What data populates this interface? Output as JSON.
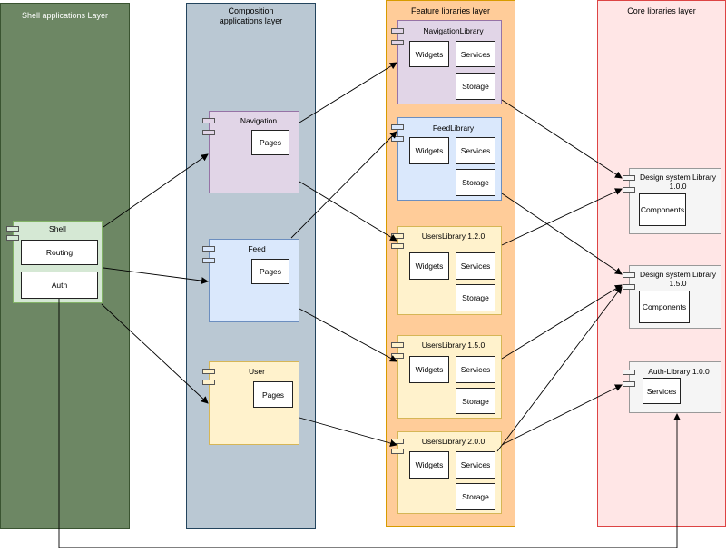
{
  "lanes": {
    "shell": "Shell applications Layer",
    "composition": "Composition applications layer",
    "feature": "Feature libraries layer",
    "core": "Core libraries layer"
  },
  "shell": {
    "title": "Shell",
    "routing": "Routing",
    "auth": "Auth"
  },
  "composition": {
    "navigation": {
      "title": "Navigation",
      "pages": "Pages"
    },
    "feed": {
      "title": "Feed",
      "pages": "Pages"
    },
    "user": {
      "title": "User",
      "pages": "Pages"
    }
  },
  "feature": {
    "navigation_library": {
      "title": "NavigationLibrary",
      "widgets": "Widgets",
      "services": "Services",
      "storage": "Storage"
    },
    "feed_library": {
      "title": "FeedLibrary",
      "widgets": "Widgets",
      "services": "Services",
      "storage": "Storage"
    },
    "users_120": {
      "title": "UsersLibrary 1.2.0",
      "widgets": "Widgets",
      "services": "Services",
      "storage": "Storage"
    },
    "users_150": {
      "title": "UsersLibrary 1.5.0",
      "widgets": "Widgets",
      "services": "Services",
      "storage": "Storage"
    },
    "users_200": {
      "title": "UsersLibrary 2.0.0",
      "widgets": "Widgets",
      "services": "Services",
      "storage": "Storage"
    }
  },
  "core": {
    "design_100": {
      "title": "Design system Library 1.0.0",
      "components": "Components"
    },
    "design_150": {
      "title": "Design system Library 1.5.0",
      "components": "Components"
    },
    "auth_100": {
      "title": "Auth-Library 1.0.0",
      "services": "Services"
    }
  },
  "colors": {
    "shell_lane": "#6d8764",
    "composition_lane": "#bac8d3",
    "feature_lane": "#ffcc99",
    "core_lane": "#ffe6e6",
    "purple": "#e1d5e7",
    "blue": "#dae8fc",
    "yellow": "#fff2cc",
    "green": "#d5e8d4",
    "grey": "#f5f5f5"
  }
}
